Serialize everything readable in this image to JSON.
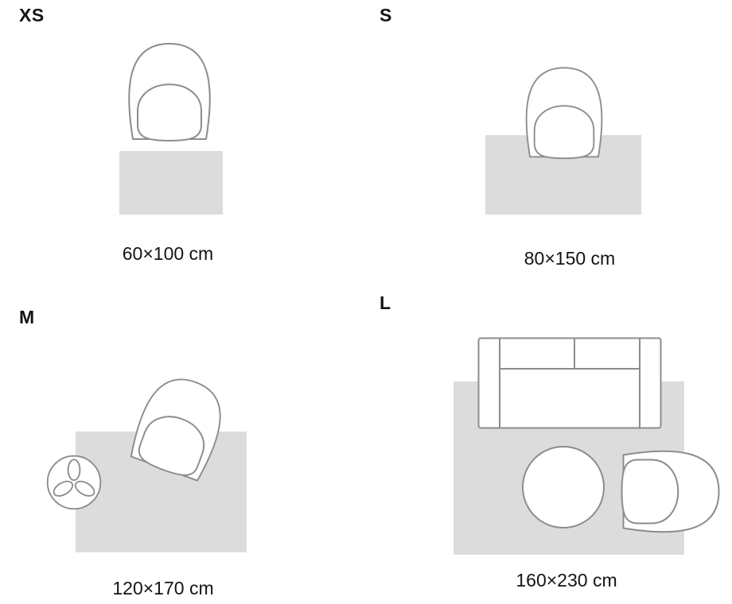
{
  "colors": {
    "page_bg": "#ffffff",
    "rug_fill": "#dcdcdc",
    "outline": "#8c8c8c",
    "text_color": "#141414"
  },
  "guide": {
    "sizes": [
      {
        "key": "xs",
        "label": "XS",
        "dimensions": "60×100 cm",
        "furniture": [
          "armchair"
        ]
      },
      {
        "key": "s",
        "label": "S",
        "dimensions": "80×150 cm",
        "furniture": [
          "armchair"
        ]
      },
      {
        "key": "m",
        "label": "M",
        "dimensions": "120×170 cm",
        "furniture": [
          "armchair",
          "plant"
        ]
      },
      {
        "key": "l",
        "label": "L",
        "dimensions": "160×230 cm",
        "furniture": [
          "sofa",
          "coffee-table",
          "armchair"
        ]
      }
    ]
  }
}
